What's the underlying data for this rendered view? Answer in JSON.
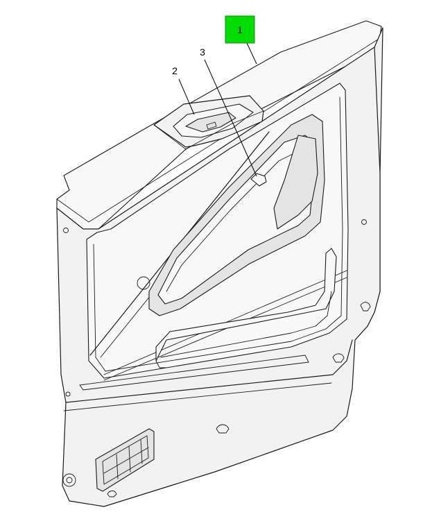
{
  "callouts": [
    {
      "label": "1",
      "highlighted": true
    },
    {
      "label": "2",
      "highlighted": false
    },
    {
      "label": "3",
      "highlighted": false
    }
  ],
  "colors": {
    "highlight_fill": "#00dd00",
    "highlight_stroke": "#1a8a1a",
    "line": "#1a1a1a",
    "panel_fill": "#f2f2f2"
  }
}
